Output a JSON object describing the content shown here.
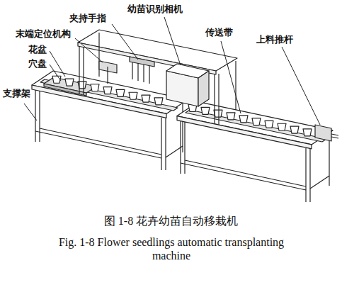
{
  "diagram": {
    "caption": "图 1-8 花卉幼苗自动移栽机",
    "labels": [
      "幼苗识别相机",
      "夹持手指",
      "末端定位机构",
      "传送带",
      "上料推杆",
      "花盆",
      "穴盘",
      "支撑架",
      "Fig. 1-8 Flower seedlings automatic transplanting machine"
    ]
  }
}
